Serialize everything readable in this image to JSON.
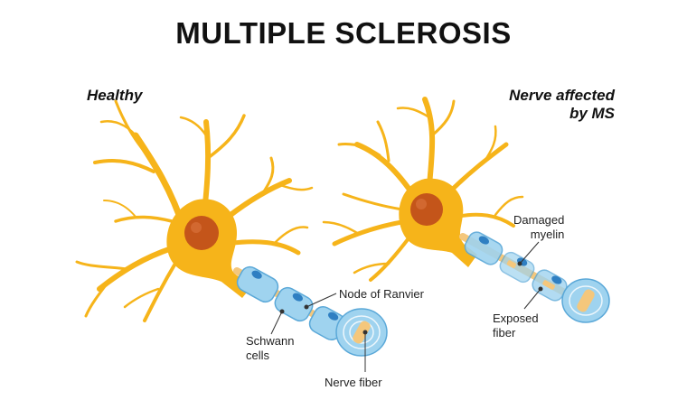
{
  "title": "MULTIPLE SCLEROSIS",
  "panels": {
    "healthy": {
      "label": "Healthy",
      "callouts": {
        "node_of_ranvier": "Node of Ranvier",
        "schwann_cells_line1": "Schwann",
        "schwann_cells_line2": "cells",
        "nerve_fiber": "Nerve fiber"
      }
    },
    "affected": {
      "label_line1": "Nerve affected",
      "label_line2": "by MS",
      "callouts": {
        "damaged_myelin_line1": "Damaged",
        "damaged_myelin_line2": "myelin",
        "exposed_fiber_line1": "Exposed",
        "exposed_fiber_line2": "fiber"
      }
    }
  },
  "colors": {
    "neuron_body": "#f6b41a",
    "neuron_outline": "#e9a310",
    "nucleus": "#c4551a",
    "myelin": "#9fd3ef",
    "myelin_dark": "#5aa8d8",
    "schwann_nucleus": "#2f7fc2",
    "axon_core": "#f4c77c",
    "leader_line": "#333333"
  }
}
